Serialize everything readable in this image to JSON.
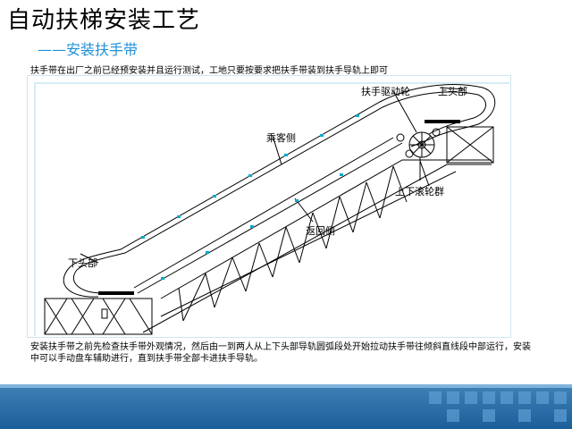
{
  "title": "自动扶梯安装工艺",
  "subtitle": "——安装扶手带",
  "intro": "扶手带在出厂之前已经预安装并且运行测试，工地只要按要求把扶手带装到扶手导轨上即可",
  "labels": {
    "drive_wheel": "扶手驱动轮",
    "upper_head": "上头部",
    "passenger_side": "乘客侧",
    "roller_group": "上下滚轮群",
    "return_side": "返回侧",
    "lower_head": "下头部"
  },
  "description": "安装扶手带之前先检查扶手带外观情况，然后由一到两人从上下头部导轨圆弧段处开始拉动扶手带往倾斜直线段中部运行，安装中可以手动盘车辅助进行，直到扶手带全部卡进扶手导轨。",
  "colors": {
    "accent": "#1e90d8",
    "footer": "#2a6aa6",
    "line": "#000000",
    "marker": "#00aacc"
  }
}
